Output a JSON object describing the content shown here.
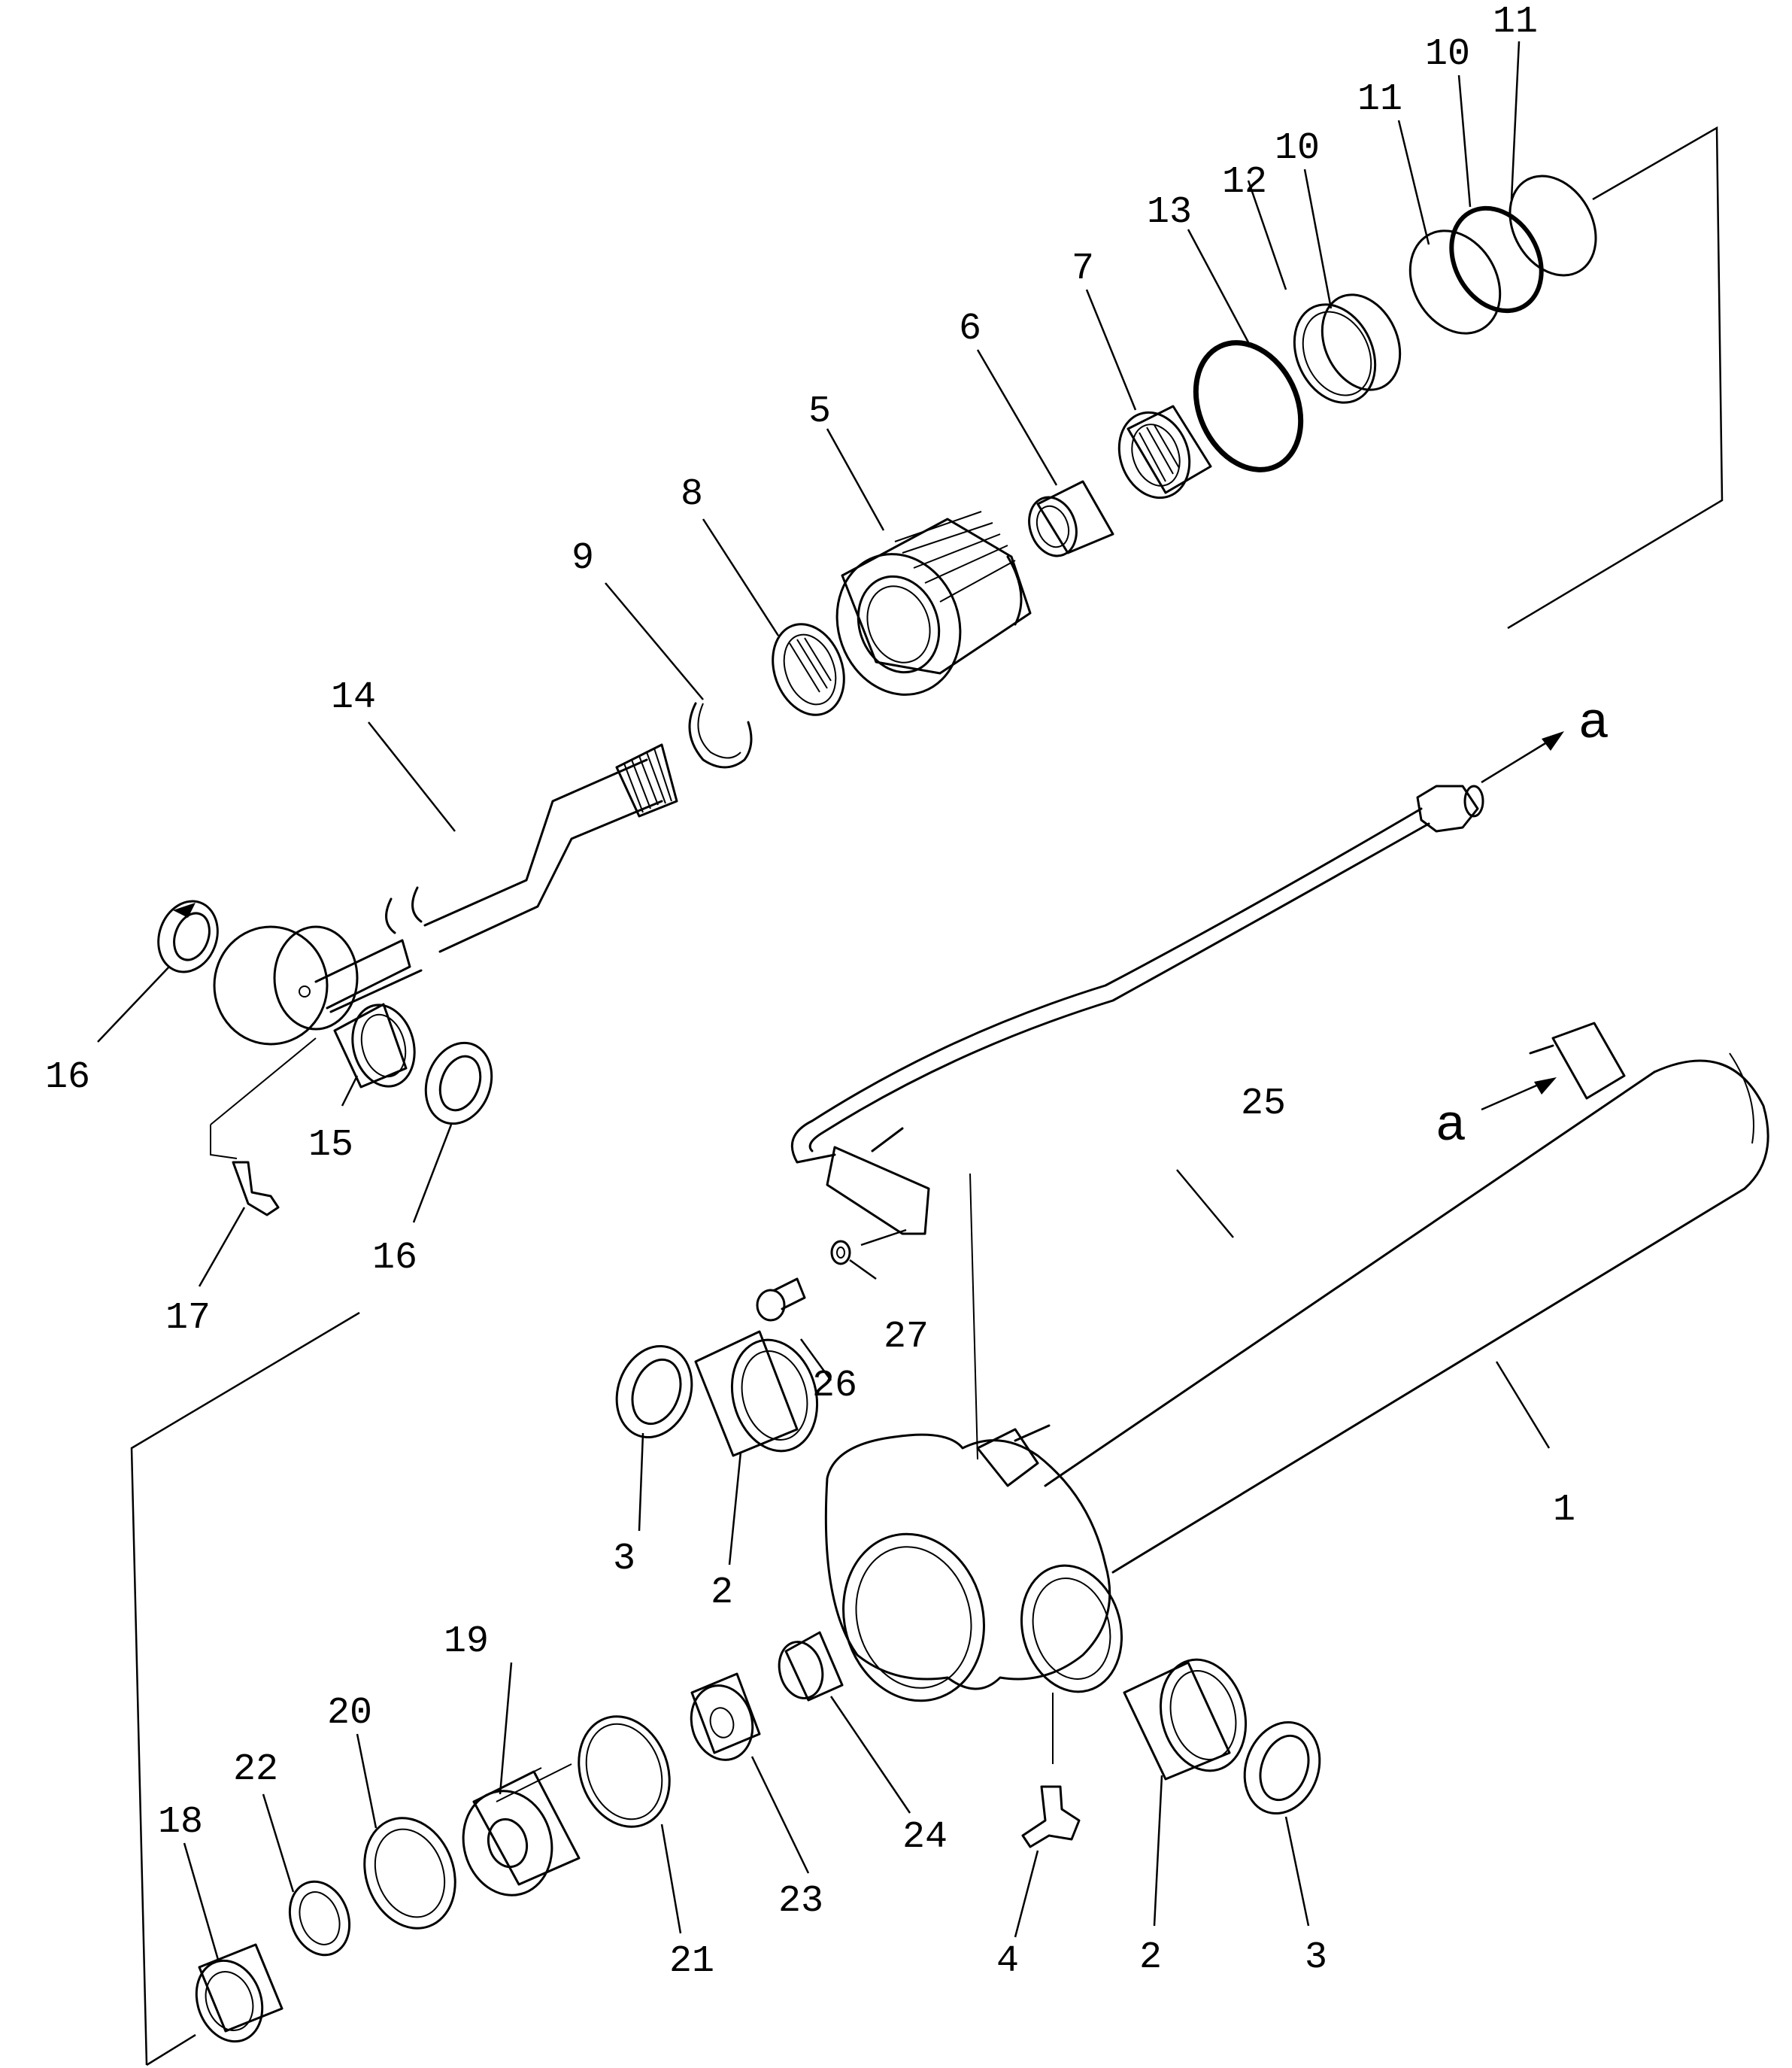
{
  "diagram": {
    "type": "exploded parts diagram",
    "parts": [
      {
        "id": "p1",
        "text": "1"
      },
      {
        "id": "p2a",
        "text": "2"
      },
      {
        "id": "p2b",
        "text": "2"
      },
      {
        "id": "p3a",
        "text": "3"
      },
      {
        "id": "p3b",
        "text": "3"
      },
      {
        "id": "p4",
        "text": "4"
      },
      {
        "id": "p5",
        "text": "5"
      },
      {
        "id": "p6",
        "text": "6"
      },
      {
        "id": "p7",
        "text": "7"
      },
      {
        "id": "p8",
        "text": "8"
      },
      {
        "id": "p9",
        "text": "9"
      },
      {
        "id": "p10a",
        "text": "10"
      },
      {
        "id": "p10b",
        "text": "10"
      },
      {
        "id": "p11a",
        "text": "11"
      },
      {
        "id": "p11b",
        "text": "11"
      },
      {
        "id": "p12",
        "text": "12"
      },
      {
        "id": "p13",
        "text": "13"
      },
      {
        "id": "p14",
        "text": "14"
      },
      {
        "id": "p15",
        "text": "15"
      },
      {
        "id": "p16a",
        "text": "16"
      },
      {
        "id": "p16b",
        "text": "16"
      },
      {
        "id": "p17",
        "text": "17"
      },
      {
        "id": "p18",
        "text": "18"
      },
      {
        "id": "p19",
        "text": "19"
      },
      {
        "id": "p20",
        "text": "20"
      },
      {
        "id": "p21",
        "text": "21"
      },
      {
        "id": "p22",
        "text": "22"
      },
      {
        "id": "p23",
        "text": "23"
      },
      {
        "id": "p24",
        "text": "24"
      },
      {
        "id": "p25",
        "text": "25"
      },
      {
        "id": "p26",
        "text": "26"
      },
      {
        "id": "p27",
        "text": "27"
      }
    ],
    "connection_marks": [
      {
        "id": "a_out",
        "text": "a"
      },
      {
        "id": "a_in",
        "text": "a"
      }
    ]
  }
}
